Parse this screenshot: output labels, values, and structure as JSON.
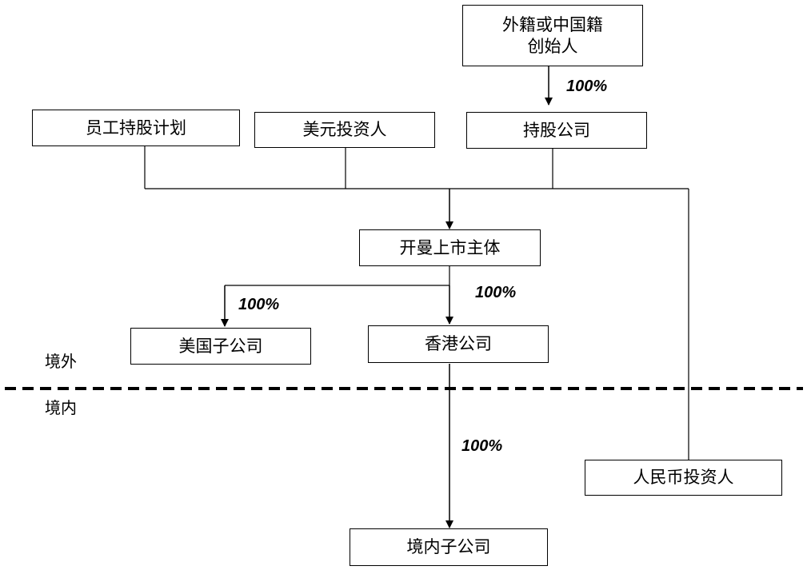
{
  "nodes": {
    "founder_line1": "外籍或中国籍",
    "founder_line2": "创始人",
    "holding_company": "持股公司",
    "esop": "员工持股计划",
    "usd_investors": "美元投资人",
    "listed_entity": "开曼上市主体",
    "us_subsidiary": "美国子公司",
    "hk_company": "香港公司",
    "rmb_investors": "人民币投资人",
    "domestic_subsidiary": "境内子公司"
  },
  "percentages": {
    "founder_to_holding": "100%",
    "listed_to_us": "100%",
    "listed_to_hk": "100%",
    "hk_to_domestic": "100%"
  },
  "regions": {
    "offshore": "境外",
    "onshore": "境内"
  }
}
